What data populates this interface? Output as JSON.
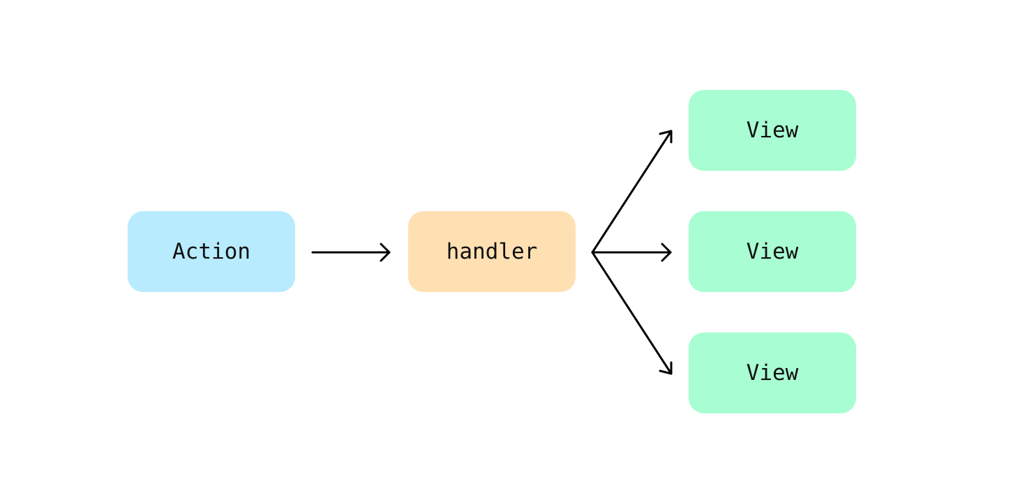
{
  "nodes": {
    "action": {
      "label": "Action",
      "color": "#b8ebfe"
    },
    "handler": {
      "label": "handler",
      "color": "#fee0b3"
    },
    "views": [
      {
        "label": "View",
        "color": "#a8fdd2"
      },
      {
        "label": "View",
        "color": "#a8fdd2"
      },
      {
        "label": "View",
        "color": "#a8fdd2"
      }
    ]
  },
  "edges": [
    {
      "from": "action",
      "to": "handler"
    },
    {
      "from": "handler",
      "to": "views.0"
    },
    {
      "from": "handler",
      "to": "views.1"
    },
    {
      "from": "handler",
      "to": "views.2"
    }
  ],
  "arrow_color": "#000000"
}
